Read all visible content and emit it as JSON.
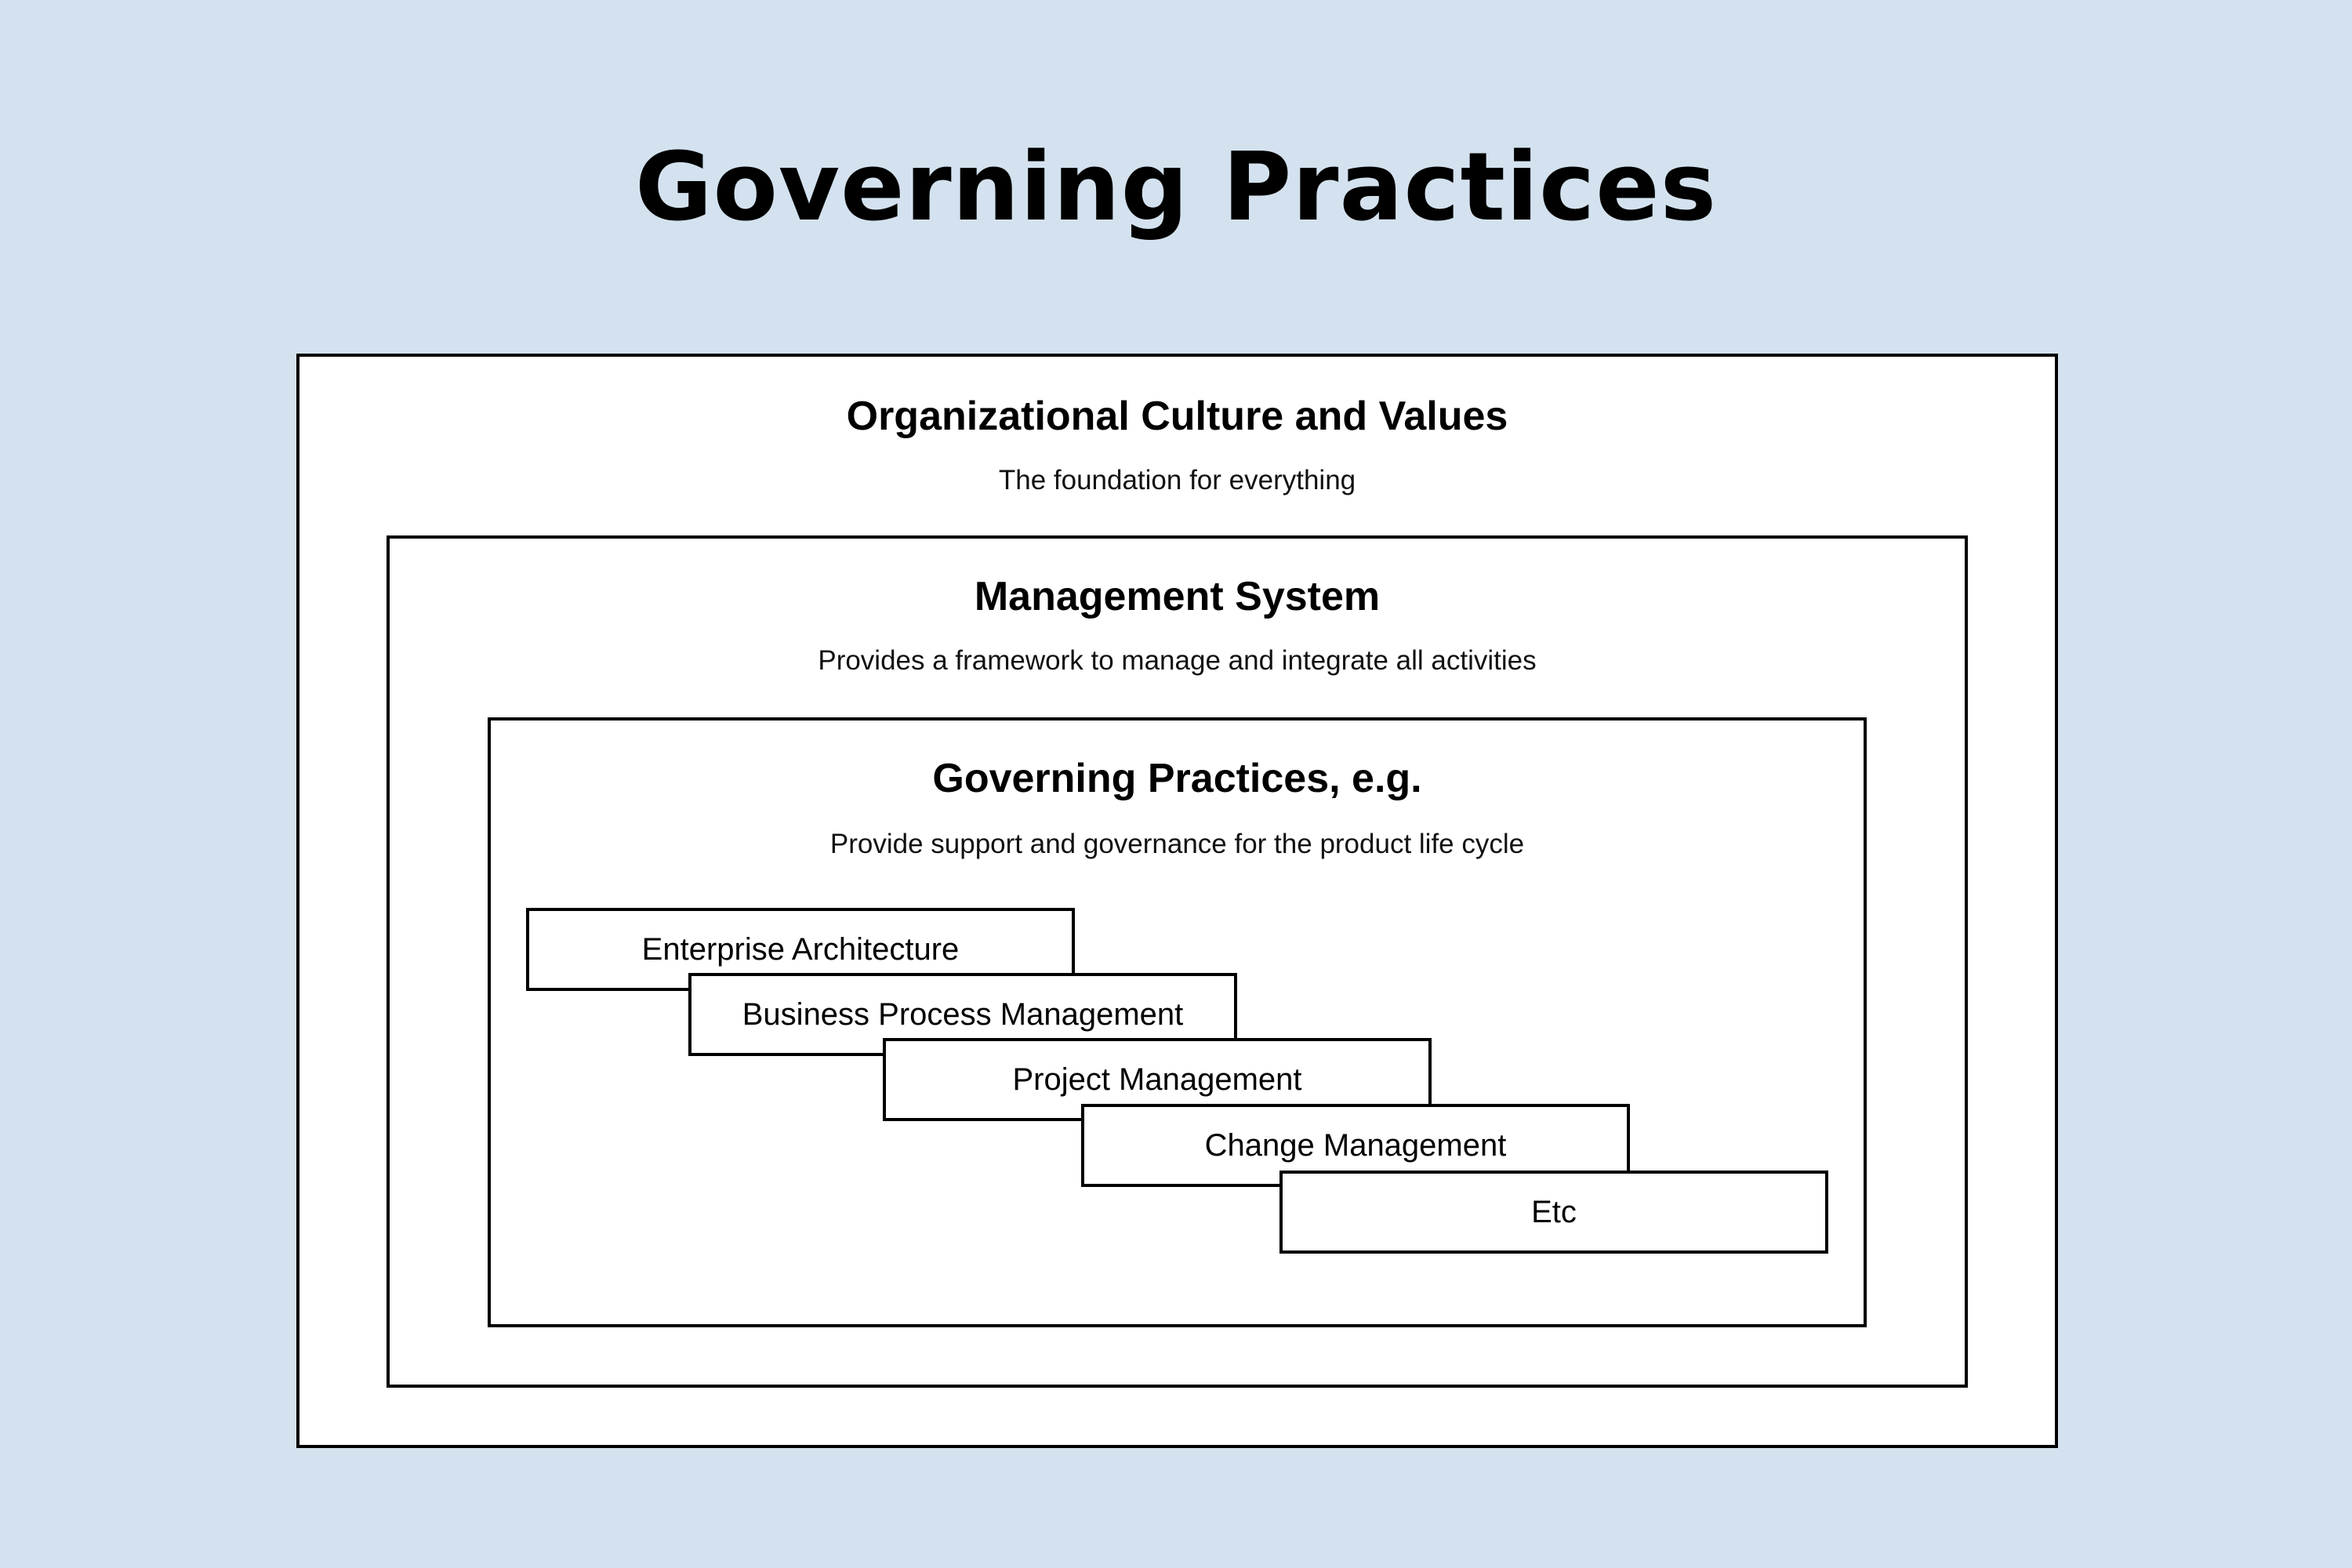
{
  "page": {
    "title": "Governing Practices",
    "background_color": "#d4e2ef"
  },
  "layers": {
    "culture": {
      "title": "Organizational Culture and Values",
      "subtitle": "The foundation for everything"
    },
    "management": {
      "title": "Management System",
      "subtitle": "Provides a framework to manage and integrate all activities"
    },
    "governing": {
      "title": "Governing Practices, e.g.",
      "subtitle": "Provide support and governance for the product life cycle"
    }
  },
  "practices": [
    "Enterprise Architecture",
    "Business Process Management",
    "Project Management",
    "Change Management",
    "Etc"
  ]
}
